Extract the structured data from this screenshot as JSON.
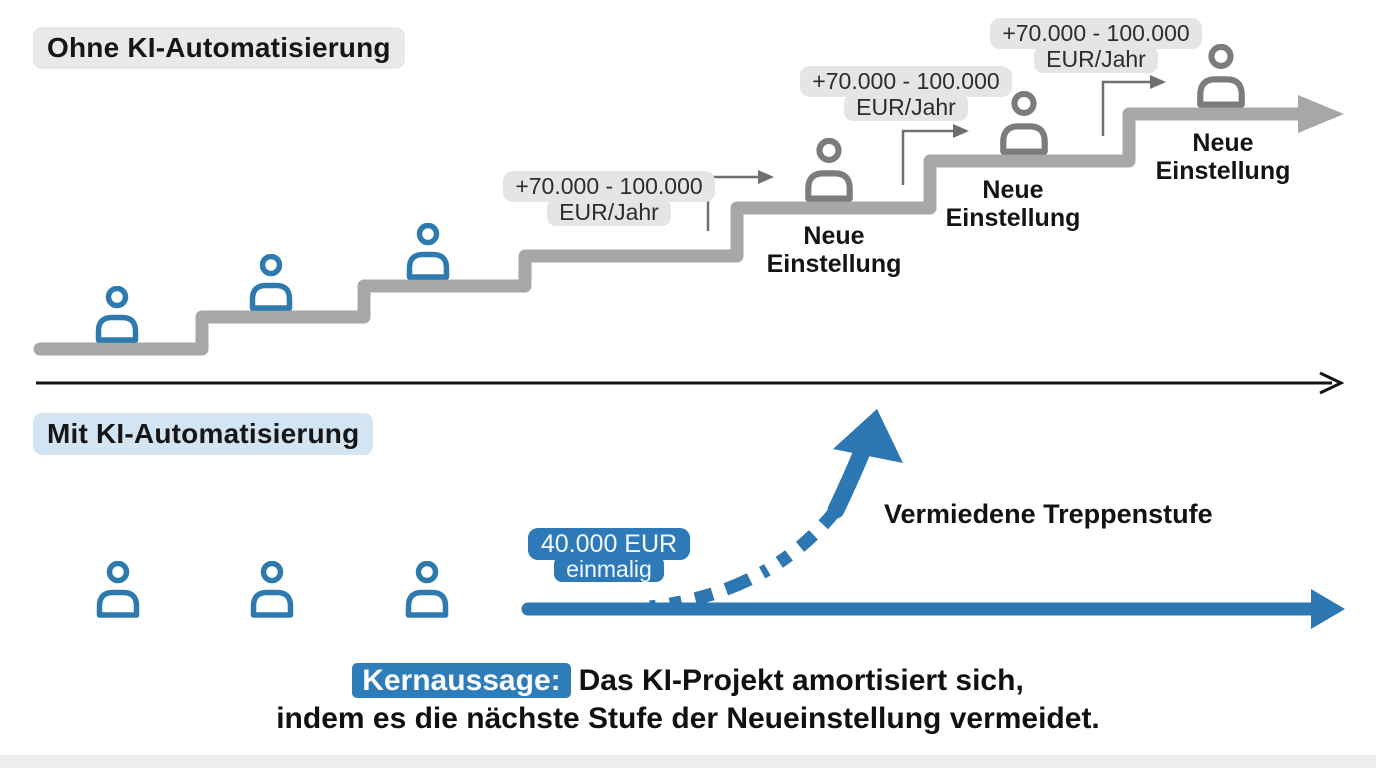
{
  "top_section": {
    "title": "Ohne KI-Automatisierung",
    "cost_badges": [
      {
        "line1": "+70.000 - 100.000",
        "line2": "EUR/Jahr"
      },
      {
        "line1": "+70.000 - 100.000",
        "line2": "EUR/Jahr"
      },
      {
        "line1": "+70.000 - 100.000",
        "line2": "EUR/Jahr"
      }
    ],
    "hire_labels": [
      {
        "line1": "Neue",
        "line2": "Einstellung"
      },
      {
        "line1": "Neue",
        "line2": "Einstellung"
      },
      {
        "line1": "Neue",
        "line2": "Einstellung"
      }
    ],
    "existing_staff_count": 3,
    "new_hire_count": 3
  },
  "bottom_section": {
    "title": "Mit KI-Automatisierung",
    "cost_badge": {
      "line1": "40.000 EUR",
      "line2": "einmalig"
    },
    "avoided_label": "Vermiedene Treppenstufe",
    "existing_staff_count": 3
  },
  "key_message": {
    "highlight": "Kernaussage:",
    "line1_rest": "Das KI-Projekt amortisiert sich,",
    "line2": "indem es die nächste Stufe der Neueinstellung vermeidet."
  },
  "colors": {
    "accent_blue": "#2d77b2",
    "person_blue": "#2e79ad",
    "person_gray": "#7c7c7c",
    "step_gray": "#a7a7a7",
    "badge_gray_bg": "#e5e5e5",
    "blue_badge_bg": "#2e7ab8",
    "title_blue_bg": "#d3e5f3",
    "title_gray_bg": "#e9e9e9",
    "highlight_bg": "#2e7cb8"
  },
  "icons": {
    "person": "person-icon",
    "staircase": "staircase-shape",
    "divider": "divider-arrow",
    "growth": "avoided-step-arrow"
  }
}
